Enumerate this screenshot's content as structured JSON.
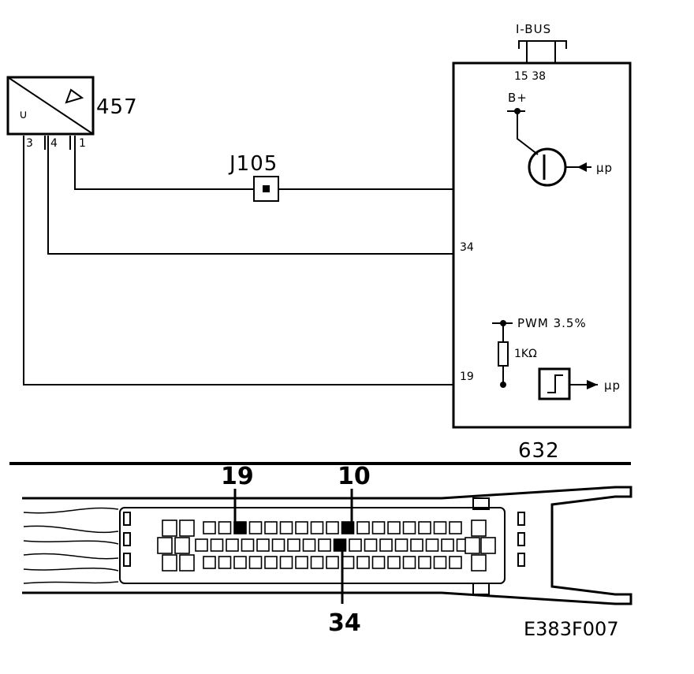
{
  "diagram": {
    "component_457": {
      "ref": "457",
      "pins": [
        "3",
        "4",
        "1"
      ],
      "side_glyph": "∪"
    },
    "connector_j105": {
      "ref": "J105"
    },
    "module_632": {
      "ref": "632",
      "bus_label": "I-BUS",
      "bus_pins": "15 38",
      "supply_label": "B+",
      "mu_out_1": "µp",
      "mu_out_2": "µp",
      "ground_pin": "34",
      "input_pin": "19",
      "pwm_label": "PWM 3.5%",
      "resistor_label": "1KΩ"
    },
    "connector_view": {
      "callout_left": "19",
      "callout_mid": "10",
      "callout_bottom": "34"
    },
    "figure_id": "E383F007"
  }
}
